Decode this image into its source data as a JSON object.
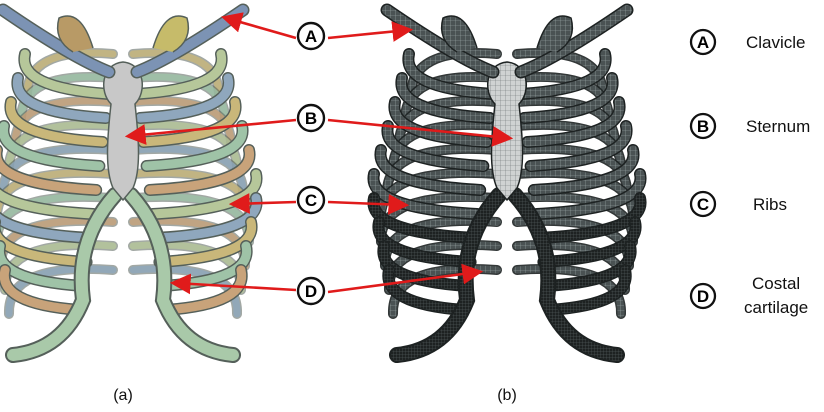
{
  "panels": [
    {
      "caption": "(a)"
    },
    {
      "caption": "(b)"
    }
  ],
  "callouts": [
    {
      "letter": "A"
    },
    {
      "letter": "B"
    },
    {
      "letter": "C"
    },
    {
      "letter": "D"
    }
  ],
  "legend": [
    {
      "letter": "A",
      "text": "Clavicle"
    },
    {
      "letter": "B",
      "text": "Sternum"
    },
    {
      "letter": "C",
      "text": "Ribs"
    },
    {
      "letter": "D",
      "text_line1": "Costal",
      "text_line2": "cartilage"
    }
  ],
  "colors": {
    "arrow": "#e01b1b",
    "cartilage": "#a9c9a9",
    "sternum": "#c8c8c8",
    "clavicle_a": "#7c93b4",
    "rib_tones": [
      "#b6c79a",
      "#8fa7bd",
      "#c9b77a",
      "#9fc3a7",
      "#c8a37a"
    ],
    "mesh_dark": "#2f3434",
    "mesh_light": "#8e9a9c"
  }
}
